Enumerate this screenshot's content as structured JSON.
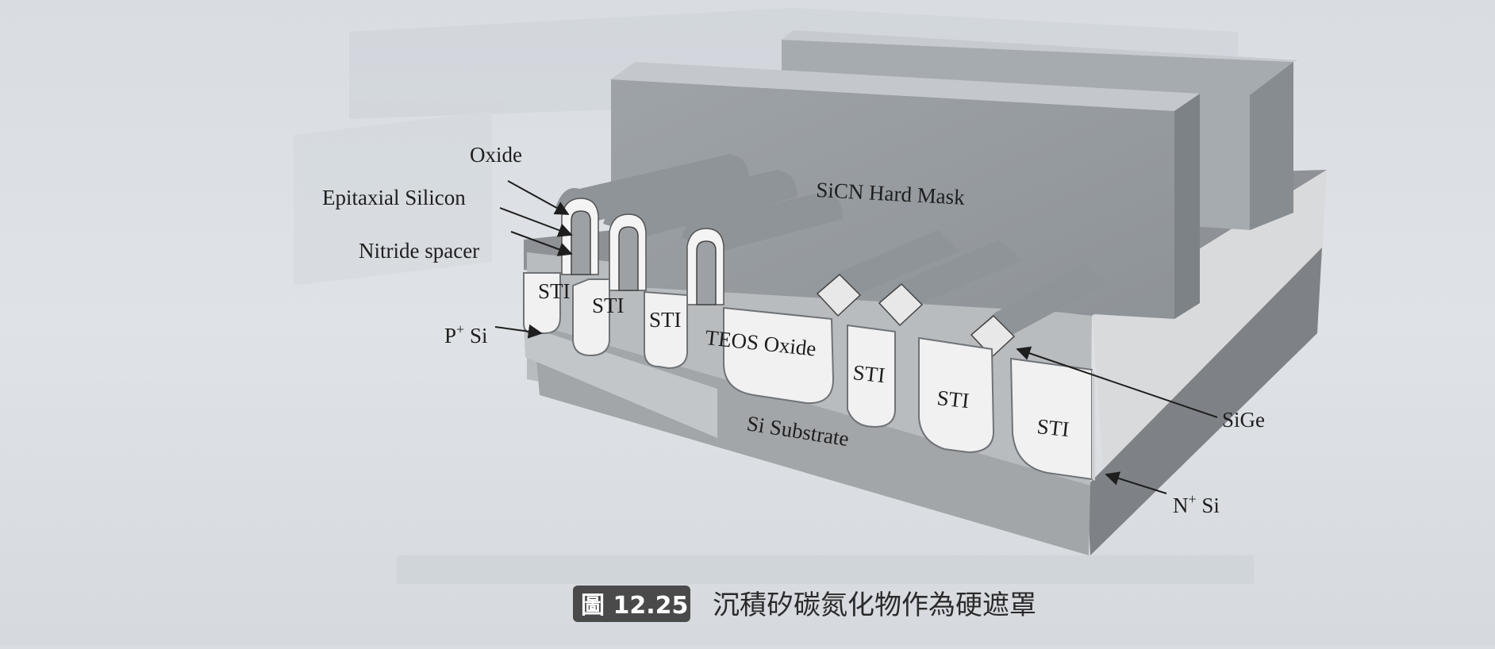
{
  "figure": {
    "hard_mask_label": "SiCN Hard Mask",
    "labels": {
      "oxide": "Oxide",
      "epitaxial_silicon": "Epitaxial Silicon",
      "nitride_spacer": "Nitride spacer",
      "p_si_main": "P",
      "p_si_sup": "+",
      "p_si_tail": " Si",
      "n_si_main": "N",
      "n_si_sup": "+",
      "n_si_tail": " Si",
      "sige": "SiGe",
      "si_substrate": "Si Substrate",
      "teos_oxide": "TEOS Oxide"
    },
    "sti_labels": [
      "STI",
      "STI",
      "STI",
      "STI",
      "STI",
      "STI"
    ]
  },
  "caption": {
    "badge": "圖 12.25",
    "text": "沉積矽碳氮化物作為硬遮罩"
  },
  "colors": {
    "background": "#dce0e5",
    "block_front": "#ececec",
    "block_top": "#8f9499",
    "substrate": "#a8abae",
    "sti_fill": "#f0f0f0",
    "badge": "#4a4a4a"
  }
}
